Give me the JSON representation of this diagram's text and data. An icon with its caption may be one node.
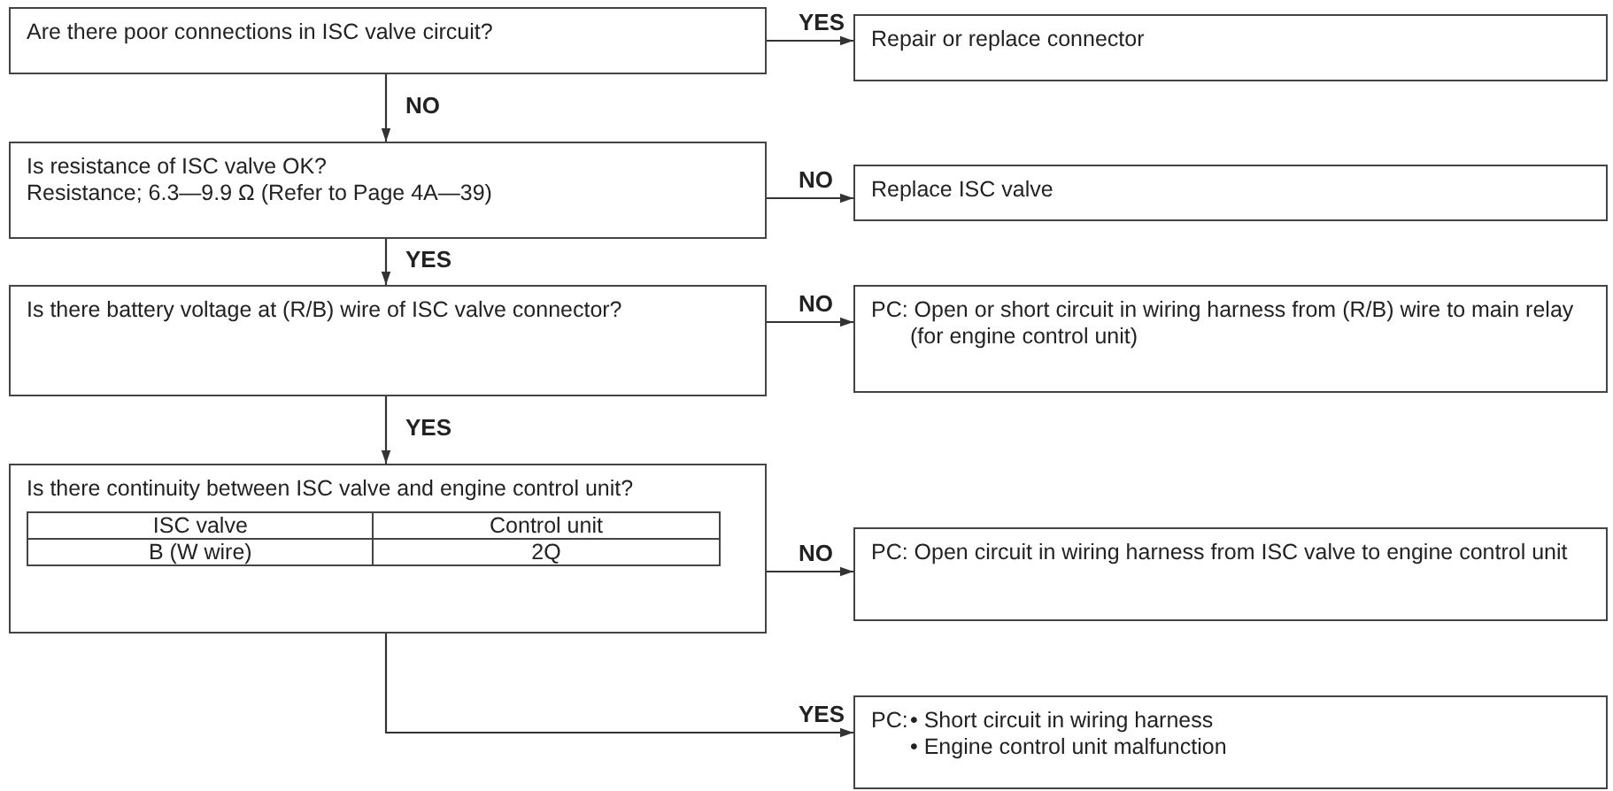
{
  "diagram": {
    "nodes": [
      {
        "text": [
          "Are there poor connections in ISC valve circuit?"
        ]
      },
      {
        "text": [
          "Repair or replace connector"
        ]
      },
      {
        "text": [
          "Is resistance of ISC valve OK?",
          "Resistance; 6.3—9.9 Ω (Refer to Page 4A—39)"
        ]
      },
      {
        "text": [
          "Replace ISC valve"
        ]
      },
      {
        "text": [
          "Is there battery voltage at (R/B) wire of ISC valve connector?"
        ]
      },
      {
        "text": [
          "PC: Open or short circuit in wiring harness from (R/B) wire to main relay (for engine control unit)"
        ]
      },
      {
        "text": [
          "Is there continuity between ISC valve and engine control unit?"
        ]
      },
      {
        "text": [
          "PC: Open circuit in wiring harness from ISC valve to engine control unit"
        ]
      },
      {
        "text": [
          "PC:",
          "• Short circuit in wiring harness",
          "• Engine control unit malfunction"
        ]
      }
    ],
    "edges": [
      {
        "from": 0,
        "to": 1,
        "arrow": "to",
        "label": "YES"
      },
      {
        "from": 0,
        "to": 2,
        "arrow": "to",
        "label": "NO"
      },
      {
        "from": 2,
        "to": 3,
        "arrow": "to",
        "label": "NO"
      },
      {
        "from": 2,
        "to": 4,
        "arrow": "to",
        "label": "YES"
      },
      {
        "from": 4,
        "to": 5,
        "arrow": "to",
        "label": "NO"
      },
      {
        "from": 4,
        "to": 6,
        "arrow": "to",
        "label": "YES"
      },
      {
        "from": 6,
        "to": 7,
        "arrow": "to",
        "label": "NO"
      },
      {
        "from": 6,
        "to": 8,
        "arrow": "to",
        "label": "YES"
      }
    ],
    "labels": [
      "ISC valve",
      "Control unit",
      "B (W wire)",
      "2Q"
    ]
  }
}
